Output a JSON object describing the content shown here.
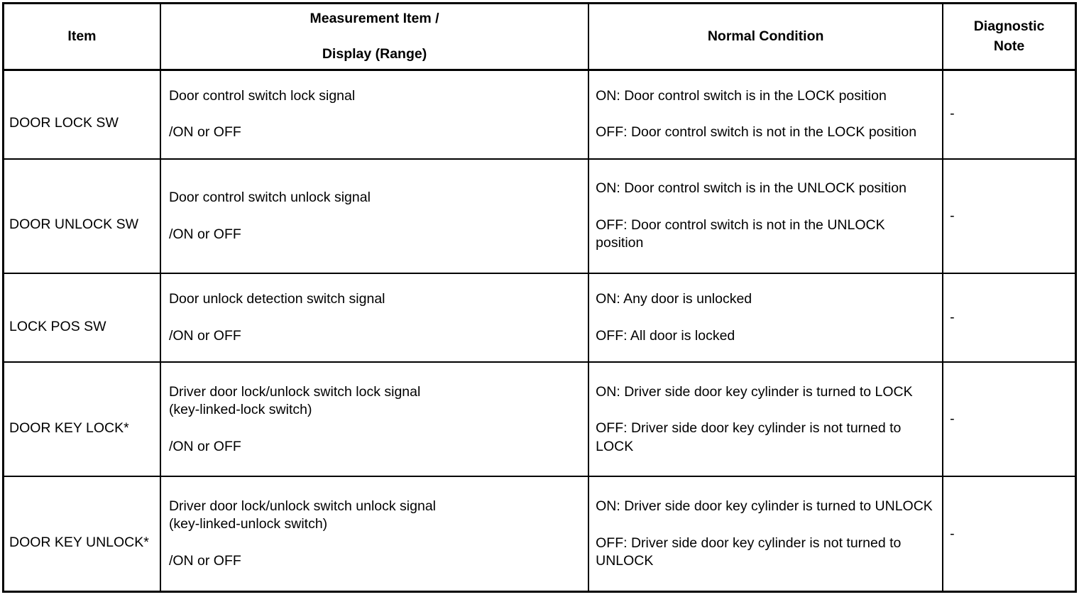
{
  "table": {
    "columns": [
      {
        "id": "item",
        "label": "Item"
      },
      {
        "id": "measurement",
        "label_line1": "Measurement Item /",
        "label_line2": "Display (Range)"
      },
      {
        "id": "normal_condition",
        "label": "Normal Condition"
      },
      {
        "id": "diagnostic_note",
        "label_line1": "Diagnostic",
        "label_line2": "Note"
      }
    ],
    "rows": [
      {
        "item": "DOOR LOCK SW",
        "measurement_description": "Door control switch lock signal",
        "measurement_range": "/ON or OFF",
        "normal_on": "ON: Door control switch is in the LOCK position",
        "normal_off": "OFF: Door control switch is not in the LOCK position",
        "diagnostic_note": "-"
      },
      {
        "item": "DOOR UNLOCK SW",
        "measurement_description": "Door control switch unlock signal",
        "measurement_range": "/ON or OFF",
        "normal_on": "ON: Door control switch is in the UNLOCK position",
        "normal_off": "OFF: Door control switch is not in the UNLOCK position",
        "diagnostic_note": "-"
      },
      {
        "item": "LOCK POS SW",
        "measurement_description": "Door unlock detection switch signal",
        "measurement_range": "/ON or OFF",
        "normal_on": "ON: Any door is unlocked",
        "normal_off": "OFF: All door is locked",
        "diagnostic_note": "-"
      },
      {
        "item": "DOOR KEY LOCK*",
        "measurement_description": "Driver door lock/unlock switch lock signal\n(key-linked-lock switch)",
        "measurement_range": "/ON or OFF",
        "normal_on": "ON: Driver side door key cylinder is turned to LOCK",
        "normal_off": "OFF: Driver side door key cylinder is not turned to LOCK",
        "diagnostic_note": "-"
      },
      {
        "item": "DOOR KEY UNLOCK*",
        "measurement_description": "Driver door lock/unlock switch unlock signal\n(key-linked-unlock switch)",
        "measurement_range": "/ON or OFF",
        "normal_on": "ON: Driver side door key cylinder is turned to UNLOCK",
        "normal_off": "OFF: Driver side door key cylinder is not turned to UNLOCK",
        "diagnostic_note": "-"
      }
    ]
  }
}
